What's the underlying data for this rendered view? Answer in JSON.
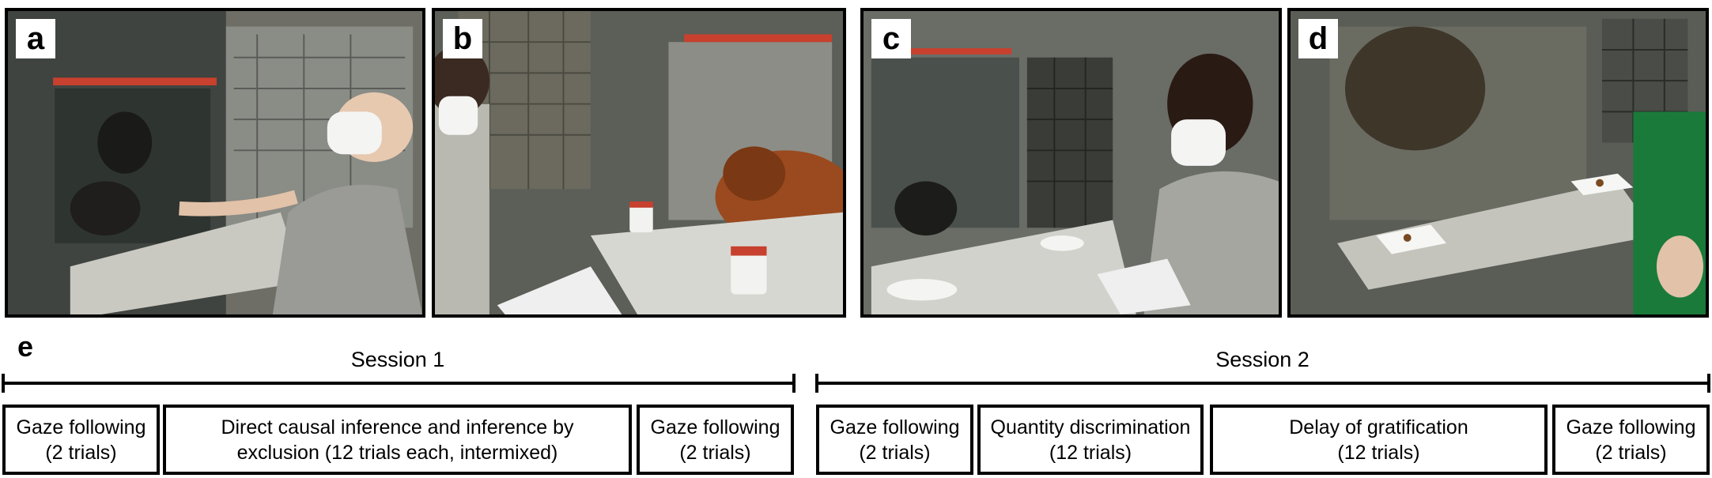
{
  "panels": [
    {
      "label": "a"
    },
    {
      "label": "b"
    },
    {
      "label": "c"
    },
    {
      "label": "d"
    }
  ],
  "panel_e": {
    "label": "e"
  },
  "sessions": [
    {
      "title": "Session 1",
      "boxes": [
        {
          "line1": "Gaze following",
          "line2": "(2 trials)"
        },
        {
          "line1": "Direct causal inference and inference by",
          "line2": "exclusion (12 trials each, intermixed)"
        },
        {
          "line1": "Gaze following",
          "line2": "(2 trials)"
        }
      ]
    },
    {
      "title": "Session 2",
      "boxes": [
        {
          "line1": "Gaze following",
          "line2": "(2 trials)"
        },
        {
          "line1": "Quantity discrimination",
          "line2": "(12 trials)"
        },
        {
          "line1": "Delay of gratification",
          "line2": "(12 trials)"
        },
        {
          "line1": "Gaze following",
          "line2": "(2 trials)"
        }
      ]
    }
  ]
}
